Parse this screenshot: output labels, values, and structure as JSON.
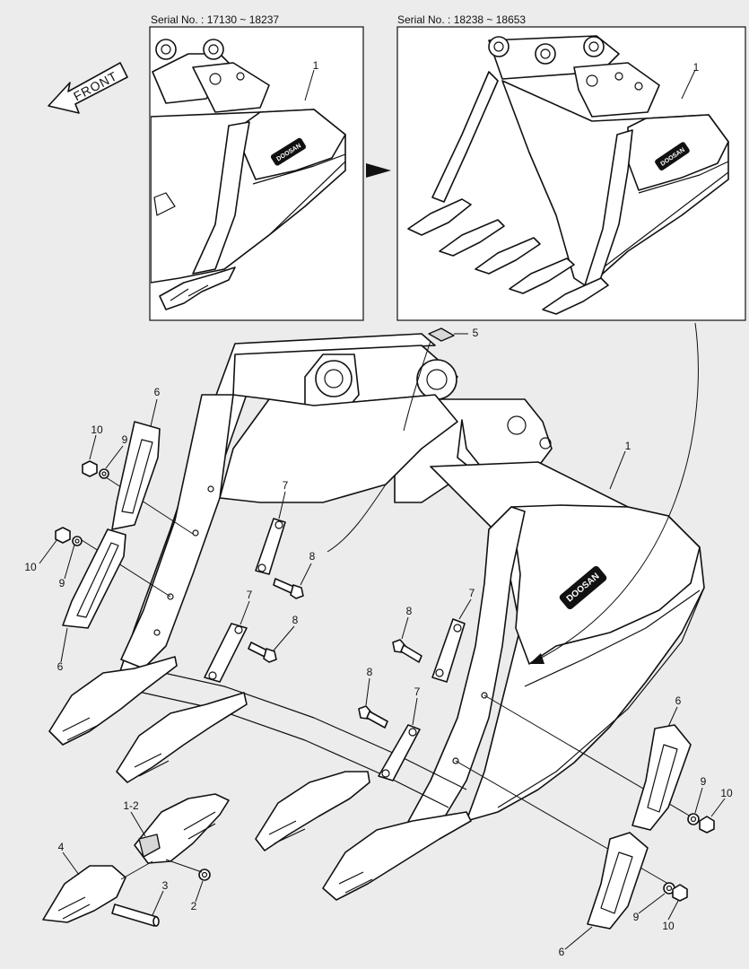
{
  "serial_left": "Serial No. : 17130 ~ 18237",
  "serial_right": "Serial No. : 18238 ~ 18653",
  "front_label": "FRONT",
  "brand_logo": "DOOSAN",
  "callouts": {
    "inset_left_1": "1",
    "inset_right_1": "1",
    "main_1": "1",
    "c5": "5",
    "c6_top": "6",
    "c10_top": "10",
    "c9_top": "9",
    "c10_mid": "10",
    "c9_mid": "9",
    "c6_mid": "6",
    "c7_a": "7",
    "c8_a": "8",
    "c7_b": "7",
    "c8_b": "8",
    "c8_c": "8",
    "c7_c": "7",
    "c8_d": "8",
    "c7_d": "7",
    "c12": "1-2",
    "c4": "4",
    "c3": "3",
    "c2": "2",
    "c6_r1": "6",
    "c9_r1": "9",
    "c10_r1": "10",
    "c6_r2": "6",
    "c9_r2": "9",
    "c10_r2": "10"
  },
  "colors": {
    "background": "#ececec",
    "line": "#111111",
    "fill": "#ffffff"
  }
}
